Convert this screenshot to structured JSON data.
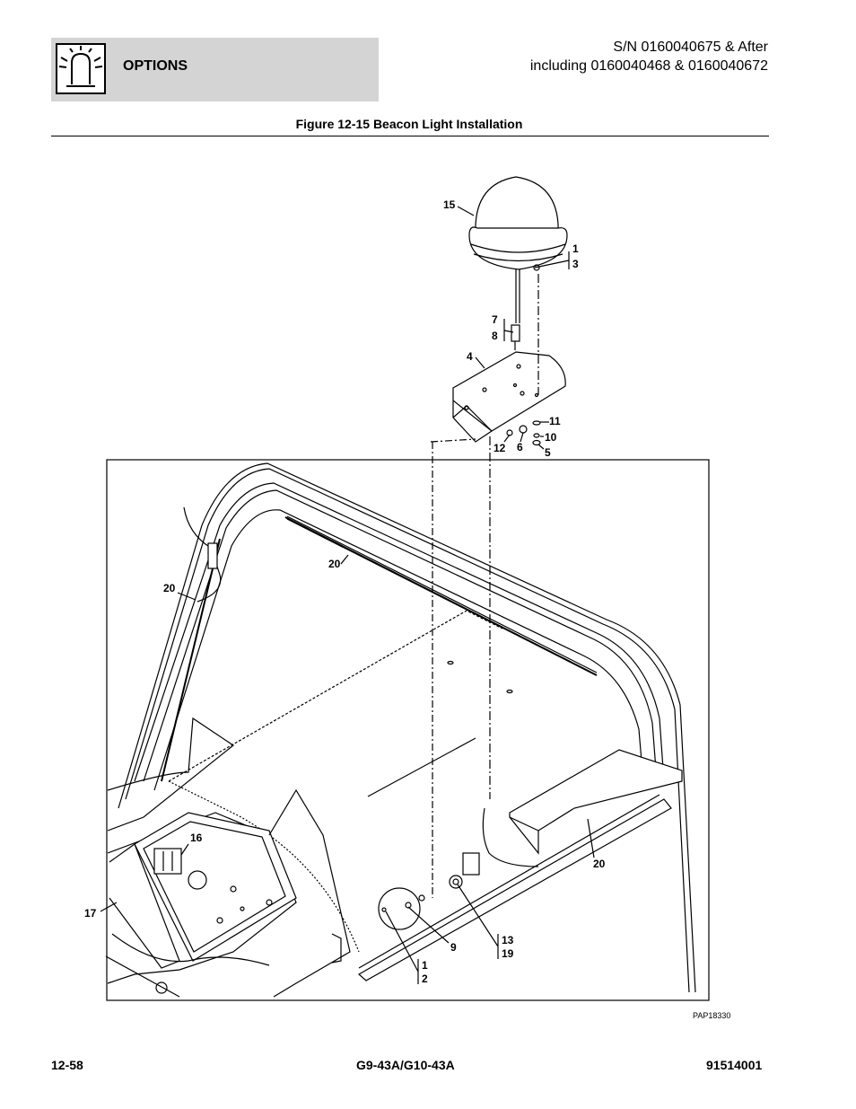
{
  "header": {
    "section": "OPTIONS",
    "sn_line1": "S/N 0160040675 & After",
    "sn_line2": "including 0160040468 & 0160040672",
    "icon": "beacon-light-icon"
  },
  "figure": {
    "title": "Figure 12-15 Beacon Light Installation",
    "drawing_code": "PAP18330",
    "callouts": {
      "c15": "15",
      "c1a": "1",
      "c3": "3",
      "c7": "7",
      "c8": "8",
      "c4": "4",
      "c11": "11",
      "c10": "10",
      "c5": "5",
      "c12": "12",
      "c6": "6",
      "c20a": "20",
      "c20b": "20",
      "c20c": "20",
      "c16": "16",
      "c17": "17",
      "c9": "9",
      "c13": "13",
      "c19": "19",
      "c1b": "1",
      "c2": "2"
    }
  },
  "footer": {
    "page": "12-58",
    "model": "G9-43A/G10-43A",
    "doc": "91514001"
  }
}
